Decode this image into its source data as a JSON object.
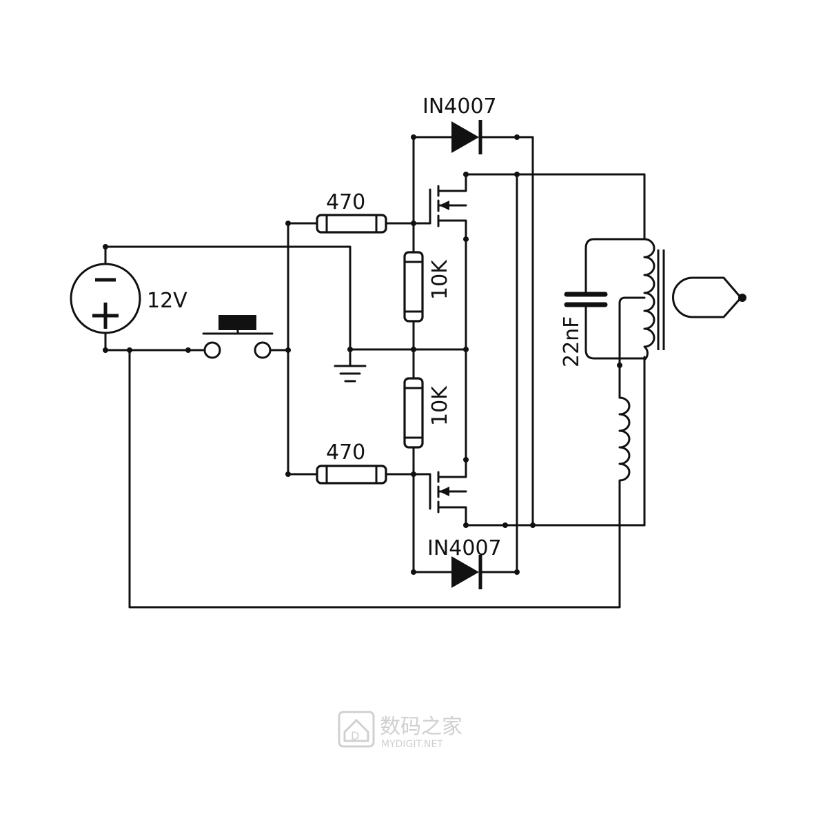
{
  "labels": {
    "supply_voltage": "12V",
    "diode_top": "IN4007",
    "diode_bottom": "IN4007",
    "gate_resistor_top": "470",
    "gate_resistor_bottom": "470",
    "pulldown_top": "10K",
    "pulldown_bottom": "10K",
    "capacitor": "22nF"
  },
  "watermark": {
    "cn": "数码之家",
    "en": "MYDIGIT.NET"
  },
  "colors": {
    "ink": "#111111",
    "watermark": "#d0d0d0",
    "background": "#ffffff"
  }
}
